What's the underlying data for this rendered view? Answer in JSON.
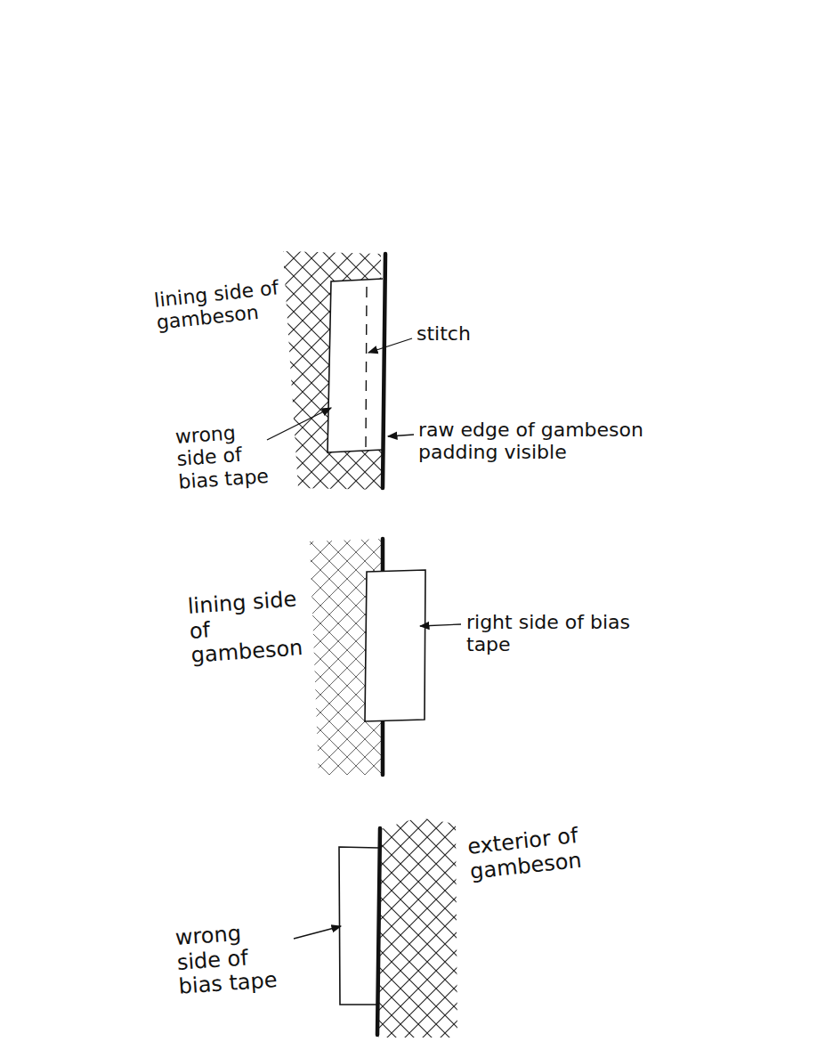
{
  "diagram": {
    "labels": [
      "lining side of gambeson",
      "stitch",
      "wrong side of bias tape",
      "raw edge of gambeson padding visible",
      "lining side of gambeson",
      "right side of bias tape",
      "wrong side of bias tape",
      "exterior of gambeson"
    ]
  }
}
